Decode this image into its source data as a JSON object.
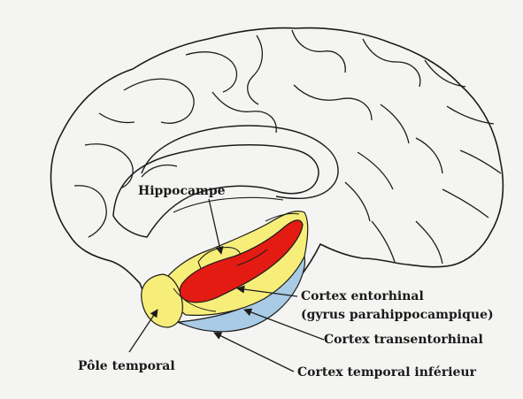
{
  "colors": {
    "background": "#f4f4f2",
    "outline": "#1c1c1c",
    "entorhinal": "#e31b13",
    "transentorhinal": "#f7ee7a",
    "temporal_pole": "#f7ee7a",
    "inferior_temporal": "#a9cbe5",
    "hippocampus_fill": "#f7ee7a"
  },
  "labels": {
    "hippocampus": "Hippocampe",
    "entorhinal_line1": "Cortex entorhinal",
    "entorhinal_line2": "(gyrus parahippocampique)",
    "transentorhinal": "Cortex transentorhinal",
    "inferior_temporal": "Cortex temporal inférieur",
    "temporal_pole": "Pôle temporal"
  }
}
